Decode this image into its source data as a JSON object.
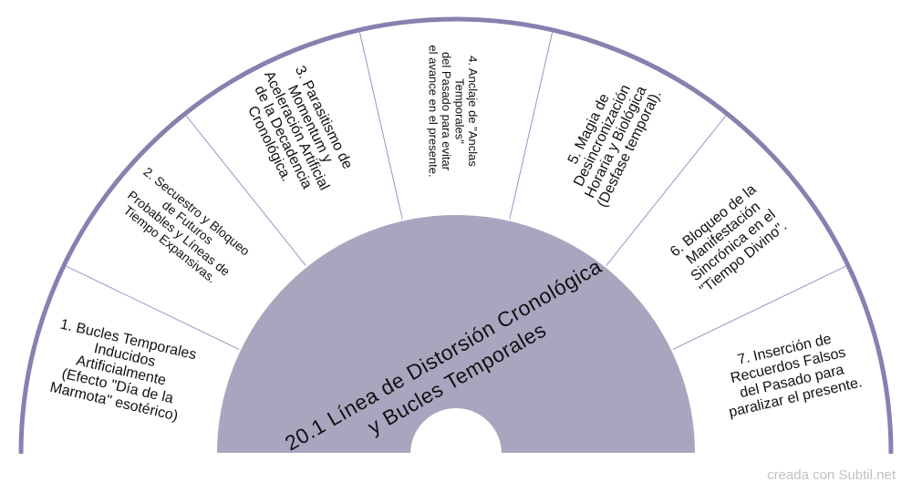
{
  "colors": {
    "outer_ring": "#8b7fb0",
    "divider": "#9b93c4",
    "hub_fill": "#a8a6bf",
    "hub_stroke": "#ffffff",
    "background": "#ffffff",
    "text": "#111111",
    "credit": "#c2c2c2"
  },
  "title": {
    "lines": [
      "20.1 Línea de Distorsión Cronológica",
      "y Bucles Temporales"
    ]
  },
  "segments": [
    {
      "lines": [
        "1. Bucles Temporales",
        "Inducidos",
        "Artificialmente",
        "(Efecto \"Día de la",
        "Marmota\" esotérico)"
      ]
    },
    {
      "lines": [
        "2. Secuestro y Bloqueo",
        "de Futuros",
        "Probables y Líneas de",
        "Tiempo Expansivas."
      ]
    },
    {
      "lines": [
        "3. Parasitismo de",
        "Momentum y",
        "Aceleración Artificial",
        "de la Decadencia",
        "Cronológica."
      ]
    },
    {
      "lines": [
        "4. Anclaje de \"Anclas",
        "Temporales\"",
        "del Pasado para evitar",
        "el avance en el presente."
      ]
    },
    {
      "lines": [
        "5. Magia de",
        "Desincronización",
        "Horaria y Biológica",
        "(Desfase temporal)."
      ]
    },
    {
      "lines": [
        "6. Bloqueo de la",
        "Manifestación",
        "Sincrónica en el",
        "\"Tiempo Divino\"."
      ]
    },
    {
      "lines": [
        "7. Inserción de",
        "Recuerdos Falsos",
        "del Pasado para",
        "paralizar el presente."
      ]
    }
  ],
  "footer": {
    "credit": "creada con Subtil.net"
  }
}
